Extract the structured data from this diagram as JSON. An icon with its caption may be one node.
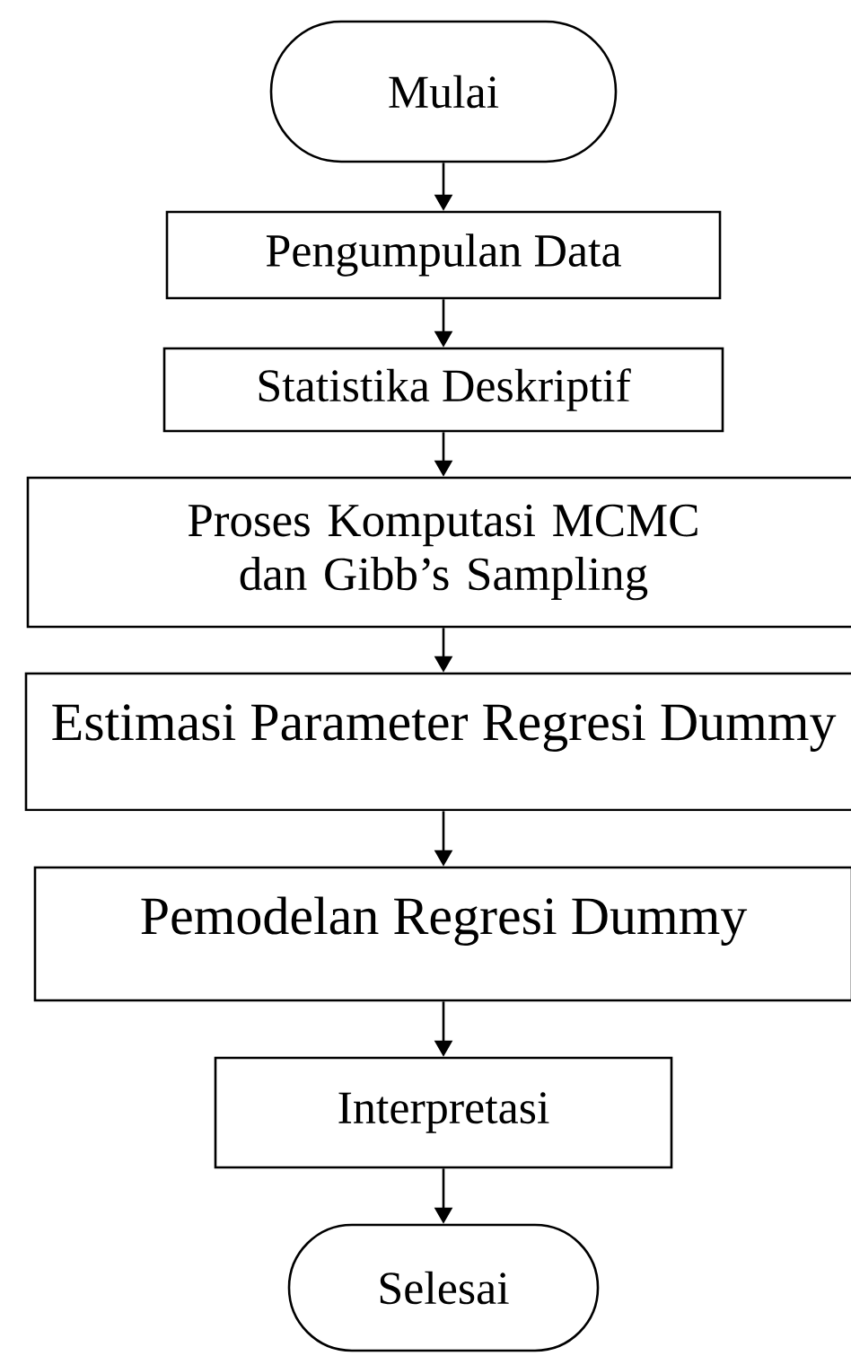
{
  "diagram": {
    "nodes": [
      {
        "text": [
          "Mulai"
        ]
      },
      {
        "text": [
          "Pengumpulan Data"
        ]
      },
      {
        "text": [
          "Statistika Deskriptif"
        ]
      },
      {
        "text": [
          "Proses Komputasi MCMC dan Gibb’s Sampling"
        ]
      },
      {
        "text": [
          "Estimasi Parameter Regresi Dummy"
        ]
      },
      {
        "text": [
          "Pemodelan Regresi Dummy"
        ]
      },
      {
        "text": [
          "Interpretasi"
        ]
      },
      {
        "text": [
          "Selesai"
        ]
      }
    ],
    "edges": [
      {
        "from": 0,
        "to": 1,
        "arrow": "to"
      },
      {
        "from": 1,
        "to": 2,
        "arrow": "to"
      },
      {
        "from": 2,
        "to": 3,
        "arrow": "to"
      },
      {
        "from": 3,
        "to": 4,
        "arrow": "to"
      },
      {
        "from": 4,
        "to": 5,
        "arrow": "to"
      },
      {
        "from": 5,
        "to": 6,
        "arrow": "to"
      },
      {
        "from": 6,
        "to": 7,
        "arrow": "to"
      }
    ]
  }
}
